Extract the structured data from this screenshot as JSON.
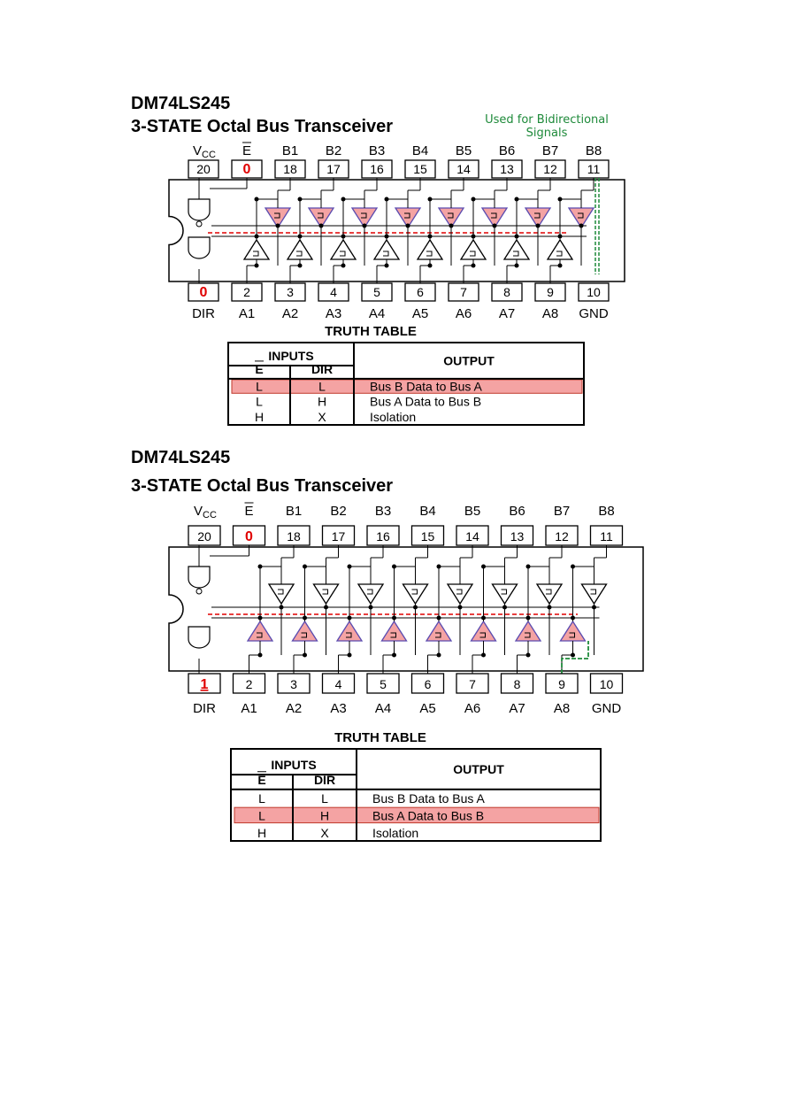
{
  "colors": {
    "highlight": "#f4a3a3",
    "mark": "#e00000",
    "annotation": "#1e8a3a"
  },
  "diagrams": [
    {
      "part": "DM74LS245",
      "title": "3-STATE Octal Bus Transceiver",
      "annotation": "Used for Bidirectional Signals",
      "top_labels": [
        "VCC",
        "E",
        "B1",
        "B2",
        "B3",
        "B4",
        "B5",
        "B6",
        "B7",
        "B8"
      ],
      "top_pins": [
        "20",
        "0",
        "18",
        "17",
        "16",
        "15",
        "14",
        "13",
        "12",
        "11"
      ],
      "bottom_pins": [
        "0",
        "2",
        "3",
        "4",
        "5",
        "6",
        "7",
        "8",
        "9",
        "10"
      ],
      "bottom_labels": [
        "DIR",
        "A1",
        "A2",
        "A3",
        "A4",
        "A5",
        "A6",
        "A7",
        "A8",
        "GND"
      ],
      "active_buffers": "top",
      "truth_table": {
        "title": "TRUTH TABLE",
        "group_header": "INPUTS",
        "col_e": "E",
        "col_dir": "DIR",
        "col_output": "OUTPUT",
        "rows": [
          {
            "e": "L",
            "dir": "L",
            "output": "Bus B Data to Bus A",
            "highlight": true
          },
          {
            "e": "L",
            "dir": "H",
            "output": "Bus A Data to Bus B",
            "highlight": false
          },
          {
            "e": "H",
            "dir": "X",
            "output": "Isolation",
            "highlight": false
          }
        ]
      }
    },
    {
      "part": "DM74LS245",
      "title": "3-STATE Octal Bus Transceiver",
      "annotation": "",
      "top_labels": [
        "VCC",
        "E",
        "B1",
        "B2",
        "B3",
        "B4",
        "B5",
        "B6",
        "B7",
        "B8"
      ],
      "top_pins": [
        "20",
        "0",
        "18",
        "17",
        "16",
        "15",
        "14",
        "13",
        "12",
        "11"
      ],
      "bottom_pins": [
        "1",
        "2",
        "3",
        "4",
        "5",
        "6",
        "7",
        "8",
        "9",
        "10"
      ],
      "bottom_labels": [
        "DIR",
        "A1",
        "A2",
        "A3",
        "A4",
        "A5",
        "A6",
        "A7",
        "A8",
        "GND"
      ],
      "active_buffers": "bottom",
      "truth_table": {
        "title": "TRUTH TABLE",
        "group_header": "INPUTS",
        "col_e": "E",
        "col_dir": "DIR",
        "col_output": "OUTPUT",
        "rows": [
          {
            "e": "L",
            "dir": "L",
            "output": "Bus B Data to Bus A",
            "highlight": false
          },
          {
            "e": "L",
            "dir": "H",
            "output": "Bus A Data to Bus B",
            "highlight": true
          },
          {
            "e": "H",
            "dir": "X",
            "output": "Isolation",
            "highlight": false
          }
        ]
      }
    }
  ]
}
